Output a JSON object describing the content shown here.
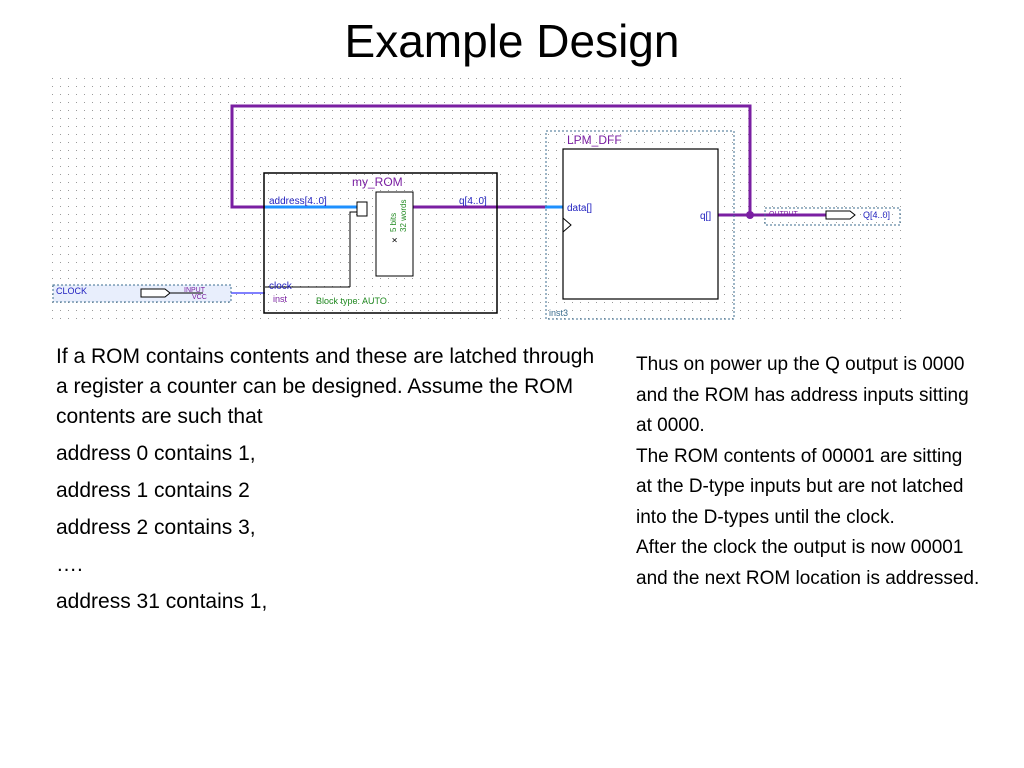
{
  "slide": {
    "title": "Example Design"
  },
  "schematic": {
    "rom_block": {
      "name": "my_ROM",
      "address_port": "address[4..0]",
      "q_port": "q[4..0]",
      "clock_port": "clock",
      "instance": "inst",
      "block_type": "Block type: AUTO",
      "bits_label": "5 bits",
      "words_label": "32 words",
      "x_mark": "×"
    },
    "dff_block": {
      "name": "LPM_DFF",
      "data_port": "data[]",
      "q_port": "q[]",
      "instance": "inst3"
    },
    "input_pin": {
      "name": "CLOCK",
      "type_label": "INPUT",
      "default_label": "VCC"
    },
    "output_pin": {
      "type_label": "OUTPUT",
      "name": "Q[4..0]"
    },
    "colors": {
      "bus_purple": "#7a1fa2",
      "address_blue": "#1e90ff",
      "wire_blue": "#0000ff",
      "block_title_purple": "#7a1fa2",
      "port_label_blue": "#1f1fbf",
      "label_green": "#228b22",
      "pin_fill_blue": "#e8eefc"
    }
  },
  "left_text": {
    "paragraphs": [
      "If a ROM contains contents and these are latched through a register a counter can be designed. Assume the ROM contents are such that",
      "address 0 contains 1,",
      "address 1 contains 2",
      "address 2 contains 3,",
      "….",
      "address 31 contains 1,"
    ]
  },
  "right_text": {
    "paragraphs": [
      "Thus on power up the Q output is 0000 and the ROM has address inputs sitting at 0000.",
      "The ROM contents of 00001 are sitting at the D-type inputs but are not latched into the D-types until the clock.",
      "After the clock the output is now 00001 and the next ROM location is addressed."
    ]
  }
}
